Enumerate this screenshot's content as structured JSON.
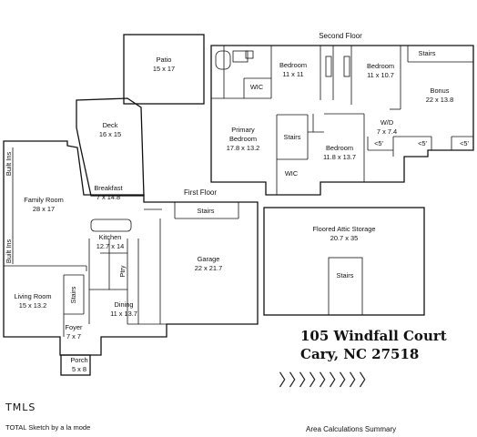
{
  "floors": {
    "first": "First Floor",
    "second": "Second Floor"
  },
  "rooms": {
    "patio": {
      "name": "Patio",
      "size": "15 x 17"
    },
    "deck": {
      "name": "Deck",
      "size": "16 x 15"
    },
    "breakfast": {
      "name": "Breakfast",
      "size": "7 x 14.8"
    },
    "family_room": {
      "name": "Family Room",
      "size": "28 x 17"
    },
    "kitchen": {
      "name": "Kitchen",
      "size": "12.7 x 14"
    },
    "garage": {
      "name": "Garage",
      "size": "22 x 21.7"
    },
    "living_room": {
      "name": "Living Room",
      "size": "15 x 13.2"
    },
    "dining": {
      "name": "Dining",
      "size": "11 x 13.7"
    },
    "foyer": {
      "name": "Foyer",
      "size": "7 x 7"
    },
    "porch": {
      "name": "Porch",
      "size": "5 x 8"
    },
    "bedroom_a": {
      "name": "Bedroom",
      "size": "11 x 11"
    },
    "bedroom_b": {
      "name": "Bedroom",
      "size": "11 x 10.7"
    },
    "bedroom_c": {
      "name": "Bedroom",
      "size": "11.8 x 13.7"
    },
    "bonus": {
      "name": "Bonus",
      "size": "22 x 13.8"
    },
    "primary_bedroom": {
      "line1": "Primary",
      "line2": "Bedroom",
      "size": "17.8 x 13.2"
    },
    "wd": {
      "name": "W/D",
      "size": "7 x 7.4"
    },
    "attic": {
      "name": "Floored Attic Storage",
      "size": "20.7 x 35"
    }
  },
  "labels": {
    "built_ins": "Built Ins",
    "stairs": "Stairs",
    "wic": "WIC",
    "pantry": "Ptry",
    "low_ceiling": "<5'"
  },
  "address": {
    "street": "105 Windfall Court",
    "city": "Cary, NC 27518"
  },
  "chevrons": "〉〉〉〉〉〉〉〉〉",
  "footer": {
    "brand": "TMLS",
    "sketch_credit": "TOTAL Sketch by a la mode",
    "summary_title": "Area Calculations Summary"
  }
}
